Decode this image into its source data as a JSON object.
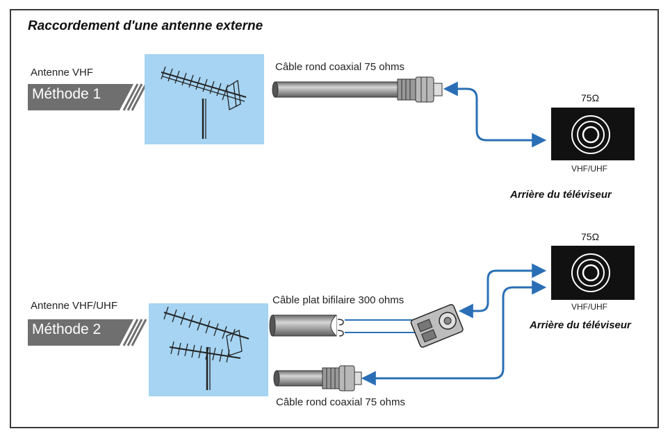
{
  "title": "Raccordement d'une antenne externe",
  "method1": {
    "antenna_label": "Antenne VHF",
    "badge": "Méthode 1",
    "cable_label": "Câble rond coaxial 75 ohms",
    "ohm_label": "75Ω",
    "port_label": "VHF/UHF",
    "tv_back_label": "Arrière du téléviseur"
  },
  "method2": {
    "antenna_label": "Antenne VHF/UHF",
    "badge": "Méthode 2",
    "flat_cable_label": "Câble plat bifilaire 300 ohms",
    "coax_cable_label": "Câble rond coaxial 75 ohms",
    "ohm_label": "75Ω",
    "port_label": "VHF/UHF",
    "tv_back_label": "Arrière du téléviseur"
  },
  "colors": {
    "sky": "#a6d4f2",
    "badge": "#6f6f6f",
    "arrow": "#2a6fb5",
    "cable": "#8c8c8c",
    "panel": "#111111"
  },
  "icons": [
    "yagi-antenna-icon",
    "coax-connector-icon",
    "rf-jack-icon",
    "balun-adapter-icon"
  ]
}
